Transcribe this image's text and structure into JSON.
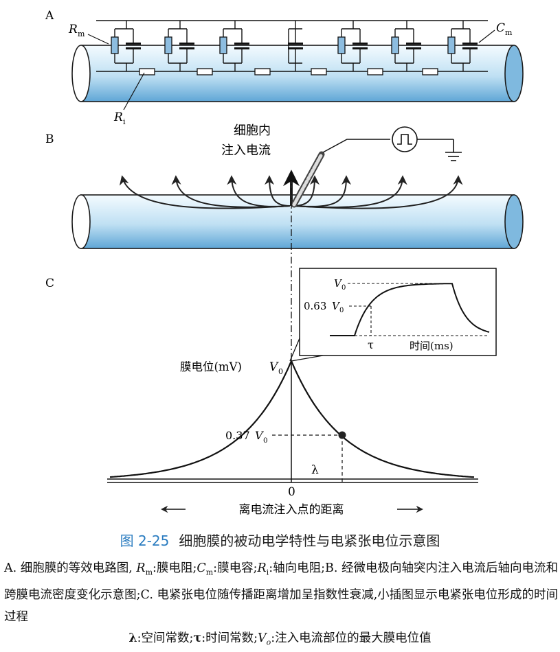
{
  "panel_labels": {
    "a": "A",
    "b": "B",
    "c": "C"
  },
  "panel_a": {
    "rm_sym": "R",
    "rm_sub": "m",
    "cm_sym": "C",
    "cm_sub": "m",
    "ri_sym": "R",
    "ri_sub": "i"
  },
  "panel_b": {
    "injection_line1": "细胞内",
    "injection_line2": "注入电流"
  },
  "panel_c": {
    "y_label": "膜电位(mV)",
    "v0_sym": "V",
    "v0_sub": "0",
    "p37_prefix": "0.37",
    "p37_sym": "V",
    "p37_sub": "0",
    "lambda": "λ",
    "zero": "0",
    "distance_axis": "离电流注入点的距离",
    "inset": {
      "v0_sym": "V",
      "v0_sub": "0",
      "p63_prefix": "0.63",
      "p63_sym": "V",
      "p63_sub": "0",
      "tau": "τ",
      "time_label": "时间(ms)"
    }
  },
  "caption": {
    "number": "图 2-25",
    "title": "细胞膜的被动电学特性与电紧张电位示意图"
  },
  "description": "A. 细胞膜的等效电路图, R_m: 膜电阻; C_m: 膜电容; R_i: 轴向电阻; B. 经微电极向轴突内注入电流后轴向电流和跨膜电流密度变化示意图; C. 电紧张电位随传播距离增加呈指数性衰减, 小插图显示电紧张电位形成的时间过程",
  "description_parts": {
    "p1": "A. 细胞膜的等效电路图,",
    "p2": ":膜电阻;",
    "p3": ":膜电容;",
    "p4": ":轴向电阻;B. 经微电极向轴突内注入电流后轴向电流和跨膜电流密度变化示意图;C. 电紧张电位随传播距离增加呈指数性衰减,小插图显示电紧张电位形成的时间过程",
    "rm": "R",
    "rm_sub": "m",
    "cm": "C",
    "cm_sub": "m",
    "ri": "R",
    "ri_sub": "i"
  },
  "note": {
    "lambda": "λ",
    "lambda_def": ":空间常数;",
    "tau": "τ",
    "tau_def": ":时间常数;",
    "v": "V",
    "v_sub": "o",
    "v_def": ":注入电流部位的最大膜电位值"
  },
  "colors": {
    "axon_top": "#f4fbff",
    "axon_bottom": "#5fa6d6",
    "caption_num": "#2a7cc0",
    "resistor": "#7ab0d8"
  }
}
